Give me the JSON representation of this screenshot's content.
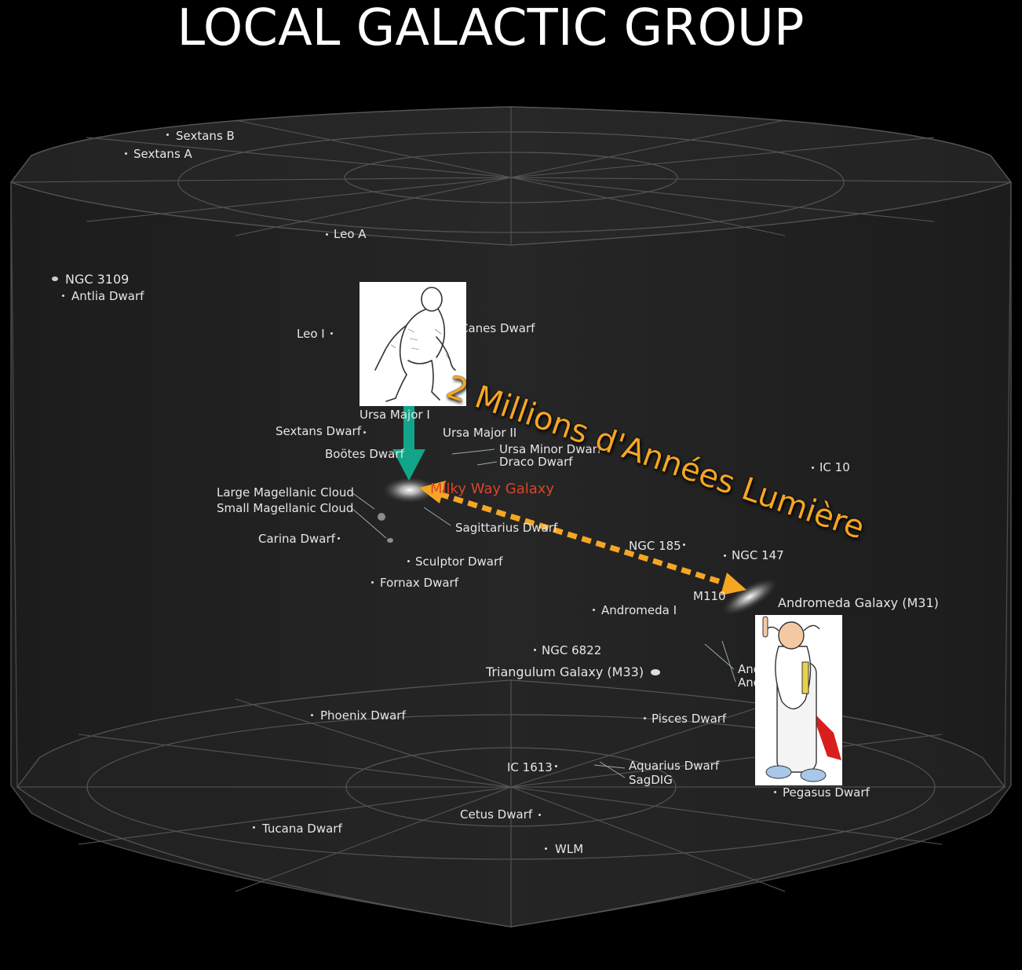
{
  "title": "LOCAL GALACTIC GROUP",
  "distance_label": "2 Millions d'Années Lumière",
  "colors": {
    "distance_arrow": "#f5a623",
    "pointer_arrow": "#12a58a",
    "milky_way_label": "#d8452a"
  },
  "labels": {
    "sextans_b": "Sextans B",
    "sextans_a": "Sextans A",
    "leo_a": "Leo A",
    "ngc_3109": "NGC 3109",
    "antlia_dwarf": "Antlia Dwarf",
    "leo_i": "Leo I",
    "canes_dwarf": "Canes Dwarf",
    "ursa_major_i": "Ursa Major I",
    "ursa_major_ii": "Ursa Major II",
    "sextans_dwarf": "Sextans Dwarf",
    "bootes_dwarf": "Boötes Dwarf",
    "ursa_minor_dwarf": "Ursa Minor Dwarf",
    "draco_dwarf": "Draco Dwarf",
    "ic_10": "IC 10",
    "lmc": "Large Magellanic Cloud",
    "smc": "Small Magellanic Cloud",
    "milky_way": "Milky Way Galaxy",
    "sagittarius_dwarf": "Sagittarius Dwarf",
    "carina_dwarf": "Carina Dwarf",
    "ngc_185": "NGC 185",
    "ngc_147": "NGC 147",
    "sculptor_dwarf": "Sculptor Dwarf",
    "fornax_dwarf": "Fornax Dwarf",
    "m110": "M110",
    "andromeda_galaxy": "Andromeda Galaxy (M31)",
    "andromeda_i": "Andromeda I",
    "ngc_6822": "NGC 6822",
    "triangulum": "Triangulum Galaxy (M33)",
    "andromeda_ii": "Andromeda II",
    "andromeda_iii": "Andromeda III",
    "phoenix_dwarf": "Phoenix Dwarf",
    "pisces_dwarf": "Pisces Dwarf",
    "ic_1613": "IC 1613",
    "aquarius_dwarf": "Aquarius Dwarf",
    "sagdig": "SagDIG",
    "pegasus_dwarf": "Pegasus Dwarf",
    "cetus_dwarf": "Cetus Dwarf",
    "tucana_dwarf": "Tucana Dwarf",
    "wlm": "WLM"
  }
}
